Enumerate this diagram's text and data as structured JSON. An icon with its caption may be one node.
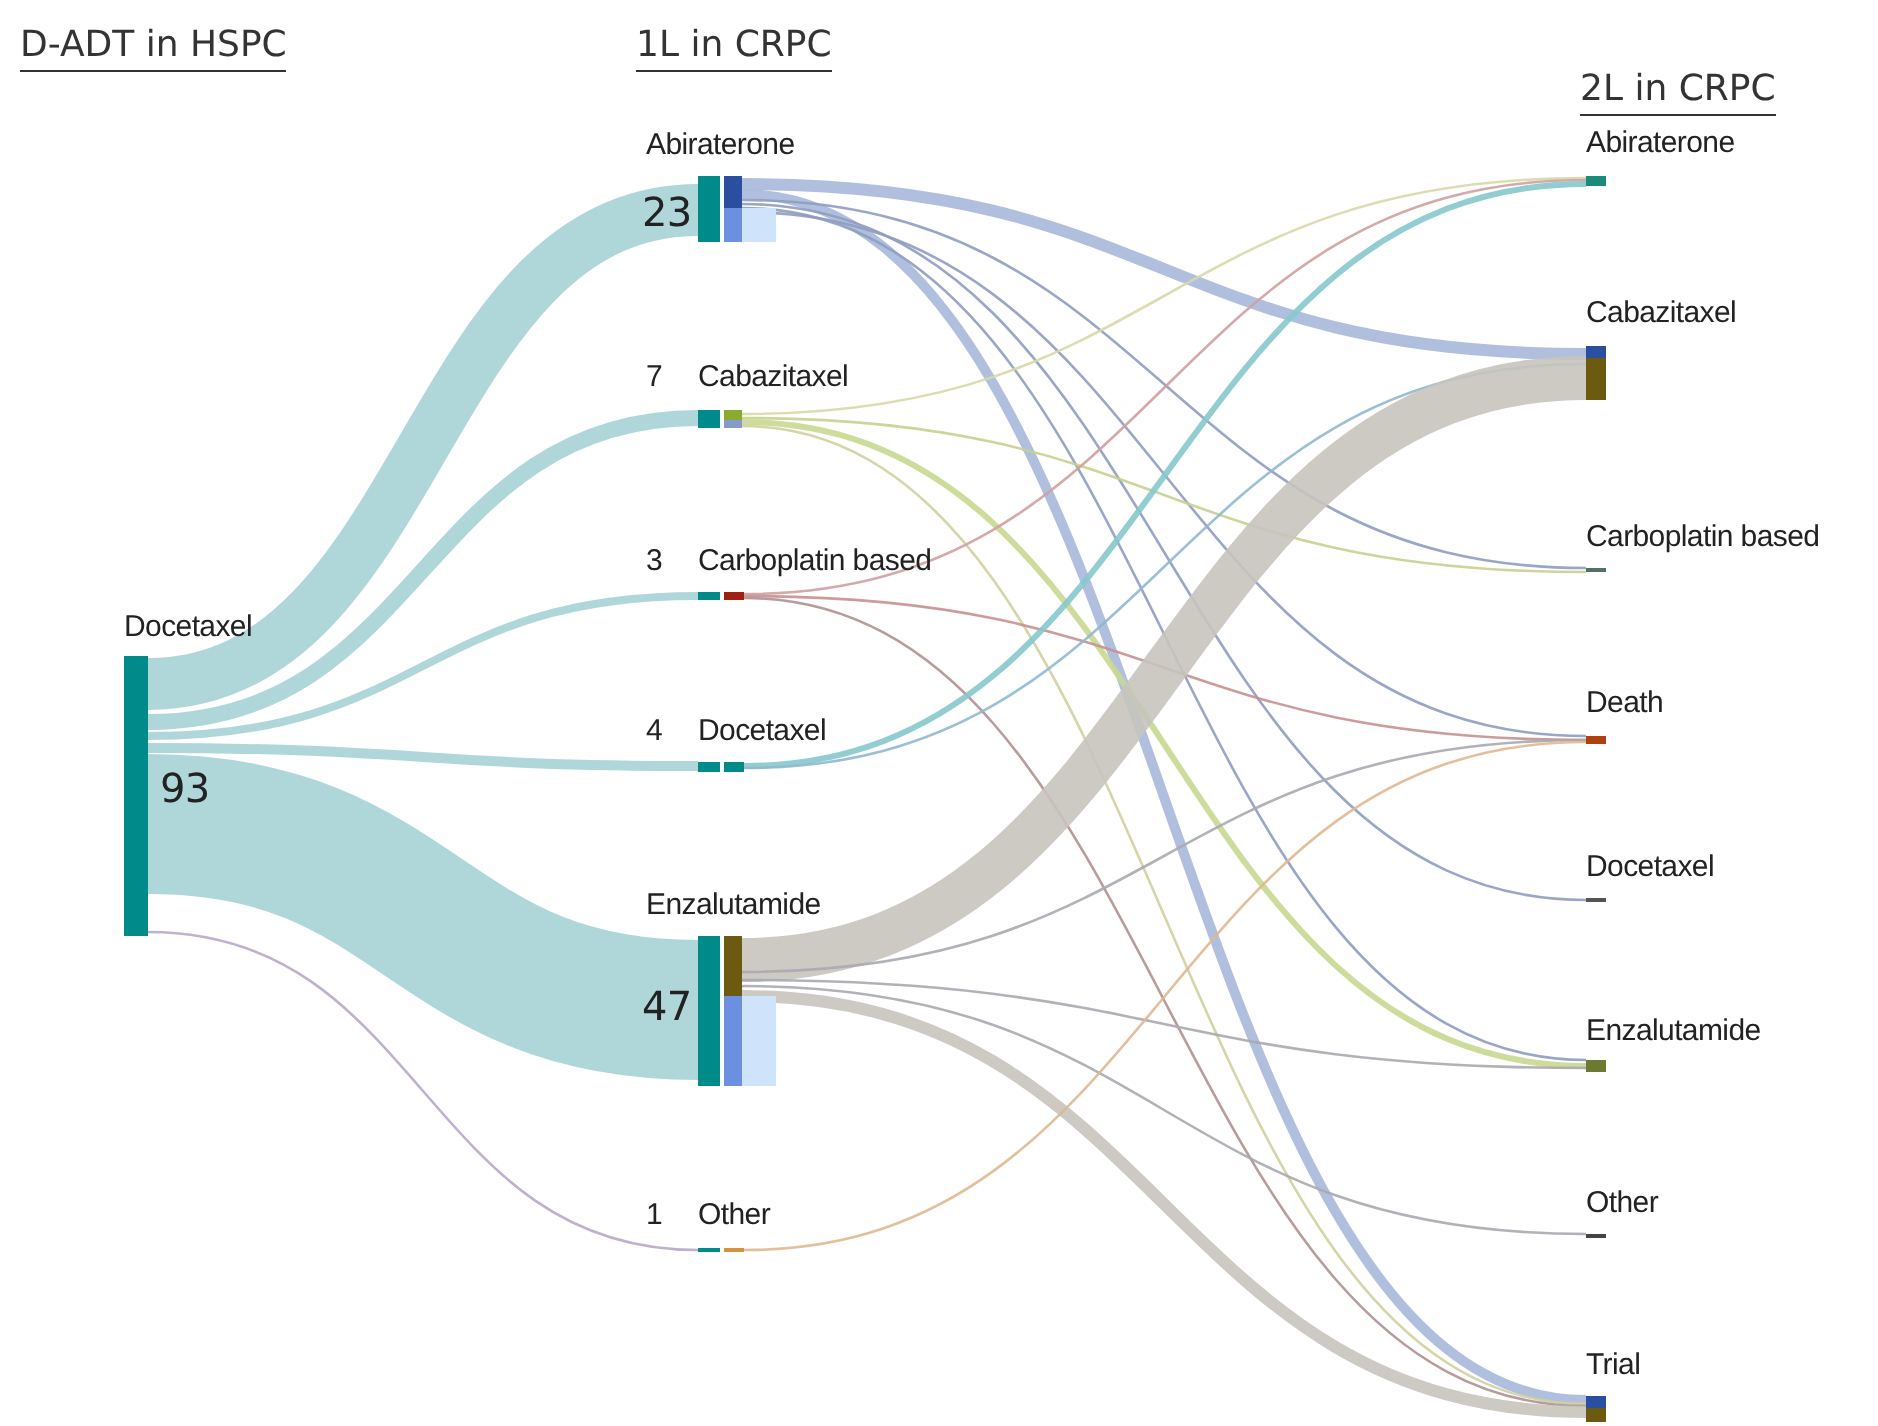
{
  "diagram": {
    "nodes": [
      {
        "text": [
          "Docetaxel",
          "93"
        ]
      },
      {
        "text": [
          "Abiraterone",
          "23"
        ]
      },
      {
        "text": [
          "7",
          "Cabazitaxel"
        ]
      },
      {
        "text": [
          "3",
          "Carboplatin based"
        ]
      },
      {
        "text": [
          "4",
          "Docetaxel"
        ]
      },
      {
        "text": [
          "Enzalutamide",
          "47"
        ]
      },
      {
        "text": [
          "1",
          "Other"
        ]
      },
      {
        "text": [
          "Abiraterone"
        ]
      },
      {
        "text": [
          "Cabazitaxel"
        ]
      },
      {
        "text": [
          "Carboplatin based"
        ]
      },
      {
        "text": [
          "Death"
        ]
      },
      {
        "text": [
          "Docetaxel"
        ]
      },
      {
        "text": [
          "Enzalutamide"
        ]
      },
      {
        "text": [
          "Other"
        ]
      },
      {
        "text": [
          "Trial"
        ]
      }
    ],
    "edges": [
      {
        "from": 0,
        "to": 1,
        "arrow": "none",
        "style": "thick",
        "color": "#a6d3d6"
      },
      {
        "from": 0,
        "to": 2,
        "arrow": "none",
        "style": "thick",
        "color": "#a6d3d6"
      },
      {
        "from": 0,
        "to": 3,
        "arrow": "none",
        "style": "thick",
        "color": "#a6d3d6"
      },
      {
        "from": 0,
        "to": 4,
        "arrow": "none",
        "style": "thick",
        "color": "#a6d3d6"
      },
      {
        "from": 0,
        "to": 5,
        "arrow": "none",
        "style": "thick",
        "color": "#a6d3d6"
      },
      {
        "from": 0,
        "to": 6,
        "arrow": "none",
        "color": "#b8a8c8"
      },
      {
        "from": 1,
        "to": 8,
        "arrow": "none",
        "style": "thick",
        "color": "#a9b8dc"
      },
      {
        "from": 1,
        "to": 14,
        "arrow": "none",
        "style": "thick",
        "color": "#a9b8dc"
      },
      {
        "from": 1,
        "to": 9,
        "arrow": "none",
        "color": "#8f9cc0"
      },
      {
        "from": 1,
        "to": 11,
        "arrow": "none",
        "color": "#8f9cc0"
      },
      {
        "from": 1,
        "to": 12,
        "arrow": "none",
        "color": "#8f9cc0"
      },
      {
        "from": 1,
        "to": 10,
        "arrow": "none",
        "color": "#8f9cc0"
      },
      {
        "from": 2,
        "to": 7,
        "arrow": "none",
        "color": "#d8d8a8"
      },
      {
        "from": 2,
        "to": 9,
        "arrow": "none",
        "color": "#c8d090"
      },
      {
        "from": 2,
        "to": 12,
        "arrow": "none",
        "style": "thick",
        "color": "#c8d890"
      },
      {
        "from": 2,
        "to": 14,
        "arrow": "none",
        "color": "#d0d0a0"
      },
      {
        "from": 3,
        "to": 7,
        "arrow": "none",
        "color": "#d0a0a0"
      },
      {
        "from": 3,
        "to": 10,
        "arrow": "none",
        "color": "#c89090"
      },
      {
        "from": 3,
        "to": 14,
        "arrow": "none",
        "color": "#b09090"
      },
      {
        "from": 4,
        "to": 7,
        "arrow": "none",
        "style": "thick",
        "color": "#86c8cc"
      },
      {
        "from": 4,
        "to": 8,
        "arrow": "none",
        "color": "#90b8d0"
      },
      {
        "from": 5,
        "to": 8,
        "arrow": "none",
        "style": "thick",
        "color": "#c6c4bc"
      },
      {
        "from": 5,
        "to": 10,
        "arrow": "none",
        "color": "#a8a8b0"
      },
      {
        "from": 5,
        "to": 12,
        "arrow": "none",
        "color": "#a8a8b0"
      },
      {
        "from": 5,
        "to": 13,
        "arrow": "none",
        "color": "#a8a8b0"
      },
      {
        "from": 5,
        "to": 14,
        "arrow": "none",
        "style": "thick",
        "color": "#c6c4bc"
      },
      {
        "from": 6,
        "to": 10,
        "arrow": "none",
        "color": "#e0b890"
      }
    ],
    "labels": [
      "D-ADT in HSPC",
      "1L in CRPC",
      "2L in CRPC"
    ]
  }
}
